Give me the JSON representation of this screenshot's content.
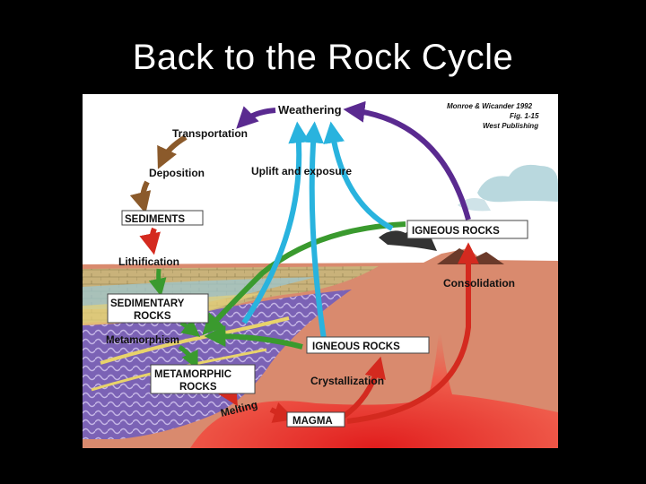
{
  "slide": {
    "title": "Back to the Rock Cycle"
  },
  "figure": {
    "credit": [
      "Monroe & Wicander 1992",
      "Fig. 1-15",
      "West Publishing"
    ],
    "labels": {
      "weathering": "Weathering",
      "transportation": "Transportation",
      "deposition": "Deposition",
      "sediments": "SEDIMENTS",
      "lithification": "Lithification",
      "sedimentary_rocks": [
        "SEDIMENTARY",
        "ROCKS"
      ],
      "metamorphism": "Metamorphism",
      "metamorphic_rocks": [
        "METAMORPHIC",
        "ROCKS"
      ],
      "melting": "Melting",
      "magma": "MAGMA",
      "crystallization": "Crystallization",
      "igneous_rocks_intrusive": "IGNEOUS ROCKS",
      "igneous_rocks_extrusive": "IGNEOUS ROCKS",
      "consolidation": "Consolidation",
      "uplift": "Uplift and exposure"
    },
    "colors": {
      "slide_bg": "#000000",
      "figure_bg": "#ffffff",
      "crust": "#d98a6e",
      "magma": "#e52b2b",
      "metamorphic": "#7b62b5",
      "sky_cloud": "#b9d8de",
      "arrow_purple": "#5a2a90",
      "arrow_blue": "#29b3de",
      "arrow_green": "#3a9a2e",
      "arrow_red": "#d42a1f",
      "arrow_brown": "#8b5a2b"
    }
  }
}
